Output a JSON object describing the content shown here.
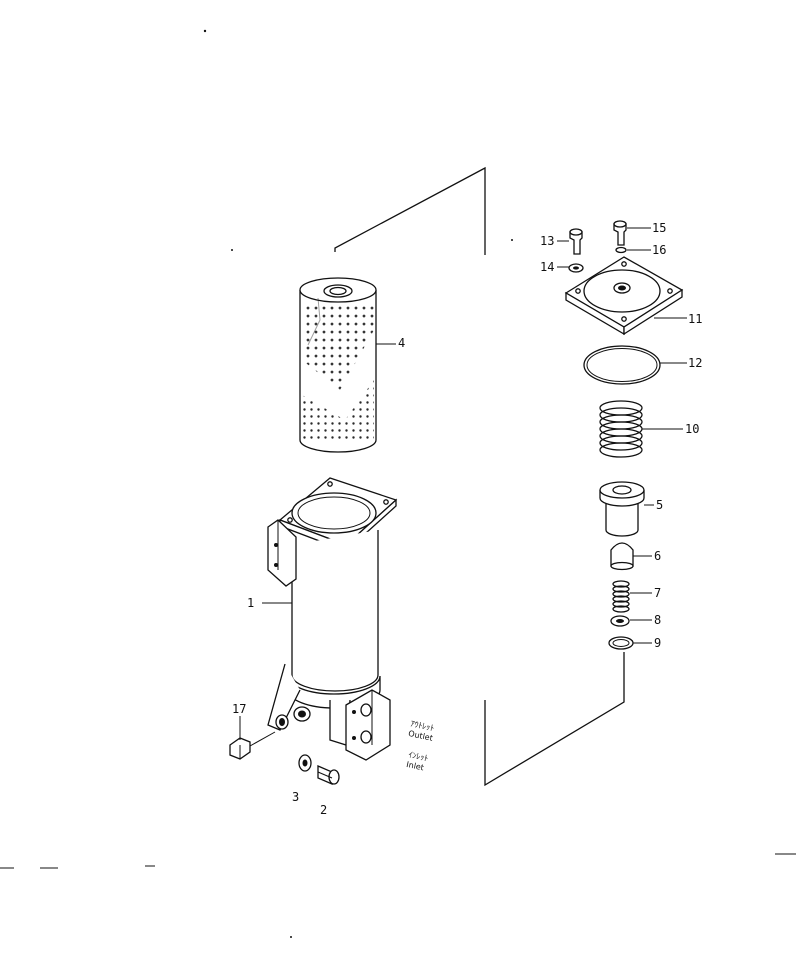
{
  "diagram": {
    "callouts": {
      "c1": "1",
      "c2": "2",
      "c3": "3",
      "c4": "4",
      "c5": "5",
      "c6": "6",
      "c7": "7",
      "c8": "8",
      "c9": "9",
      "c10": "10",
      "c11": "11",
      "c12": "12",
      "c13": "13",
      "c14": "14",
      "c15": "15",
      "c16": "16",
      "c17": "17"
    },
    "port_labels": {
      "outlet_jp": "ｱｳﾄﾚｯﾄ",
      "outlet": "Outlet",
      "inlet_jp": "ｲﾝﾚｯﾄ",
      "inlet": "Inlet"
    }
  }
}
